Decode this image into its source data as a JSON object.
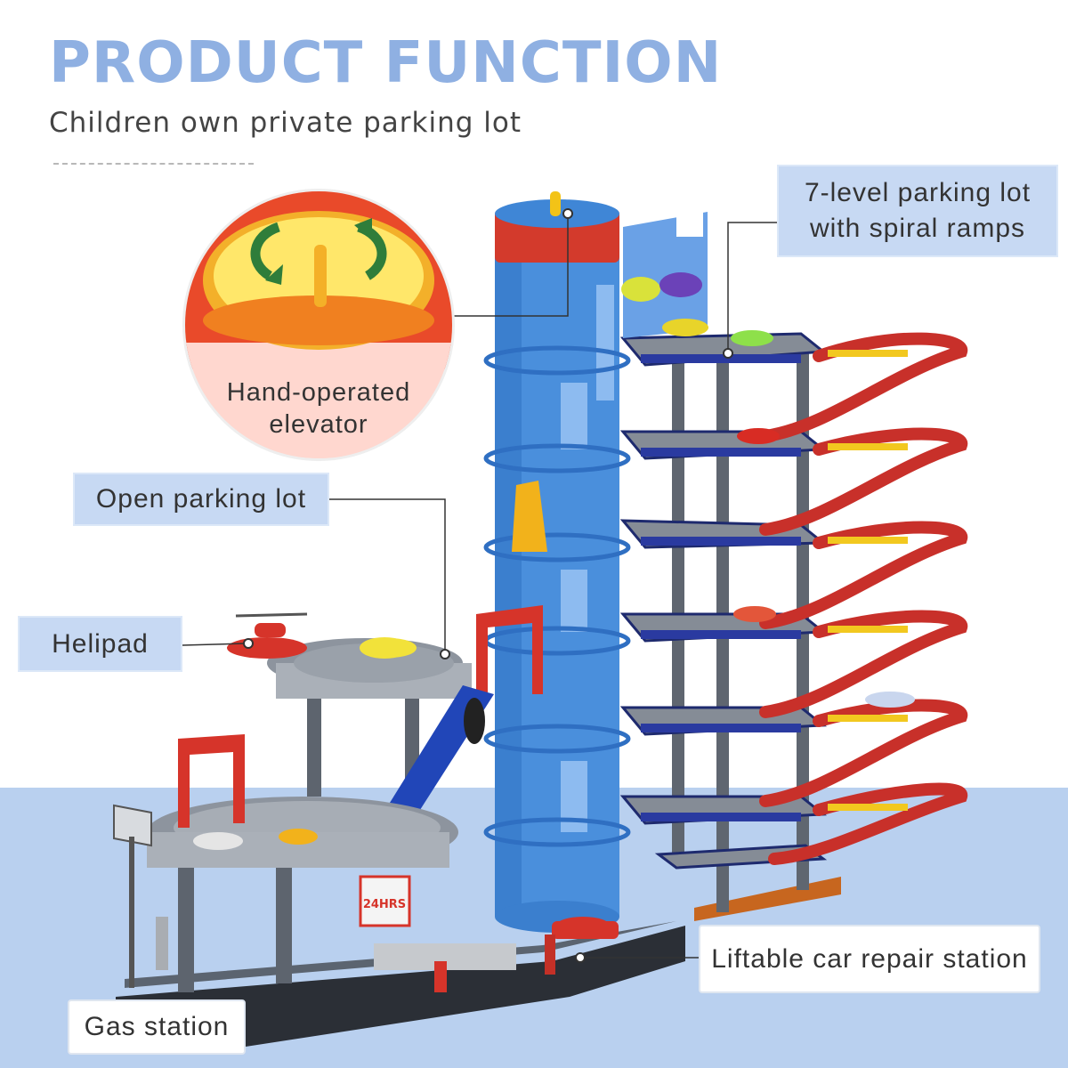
{
  "title": "PRODUCT FUNCTION",
  "subtitle": "Children own private parking lot",
  "labels": {
    "seven_level": "7-level parking lot with spiral ramps",
    "elevator": "Hand-operated elevator",
    "open_lot": "Open parking lot",
    "helipad": "Helipad",
    "repair": "Liftable car repair station",
    "gas": "Gas station"
  },
  "colors": {
    "title": "#8fb0e2",
    "label_blue": "#c7d9f3",
    "bottom_band": "#b9d0ef",
    "tower": "#4a8fdc",
    "ramp": "#c9302a",
    "floor": "#7d8590"
  }
}
